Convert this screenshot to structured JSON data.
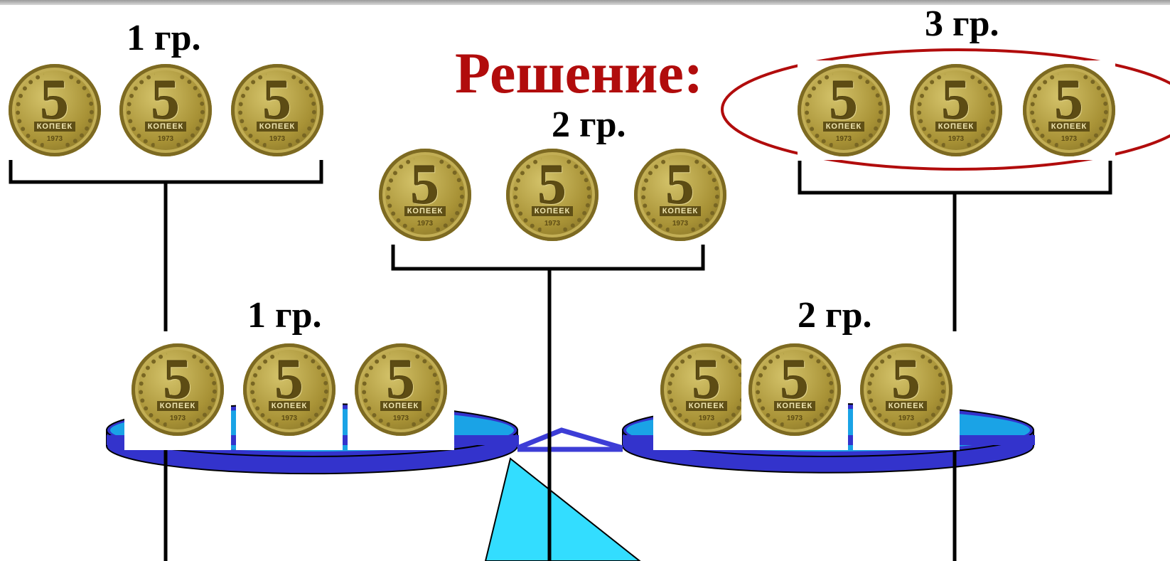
{
  "title": "Решение:",
  "groups": {
    "top_left": "1 гр.",
    "top_middle": "2 гр.",
    "top_right": "3 гр.",
    "pan_left": "1 гр.",
    "pan_right": "2 гр."
  },
  "coin": {
    "denomination": "5",
    "word": "КОПЕЕК",
    "year": "1973"
  },
  "colors": {
    "title": "#b10c0c",
    "highlight_ellipse": "#b10c0c",
    "pan_fill": "#3333cc",
    "pan_top": "#1aa3e6",
    "stand": "#33ccff",
    "beam": "#3d3dd6",
    "lines": "#000000"
  }
}
